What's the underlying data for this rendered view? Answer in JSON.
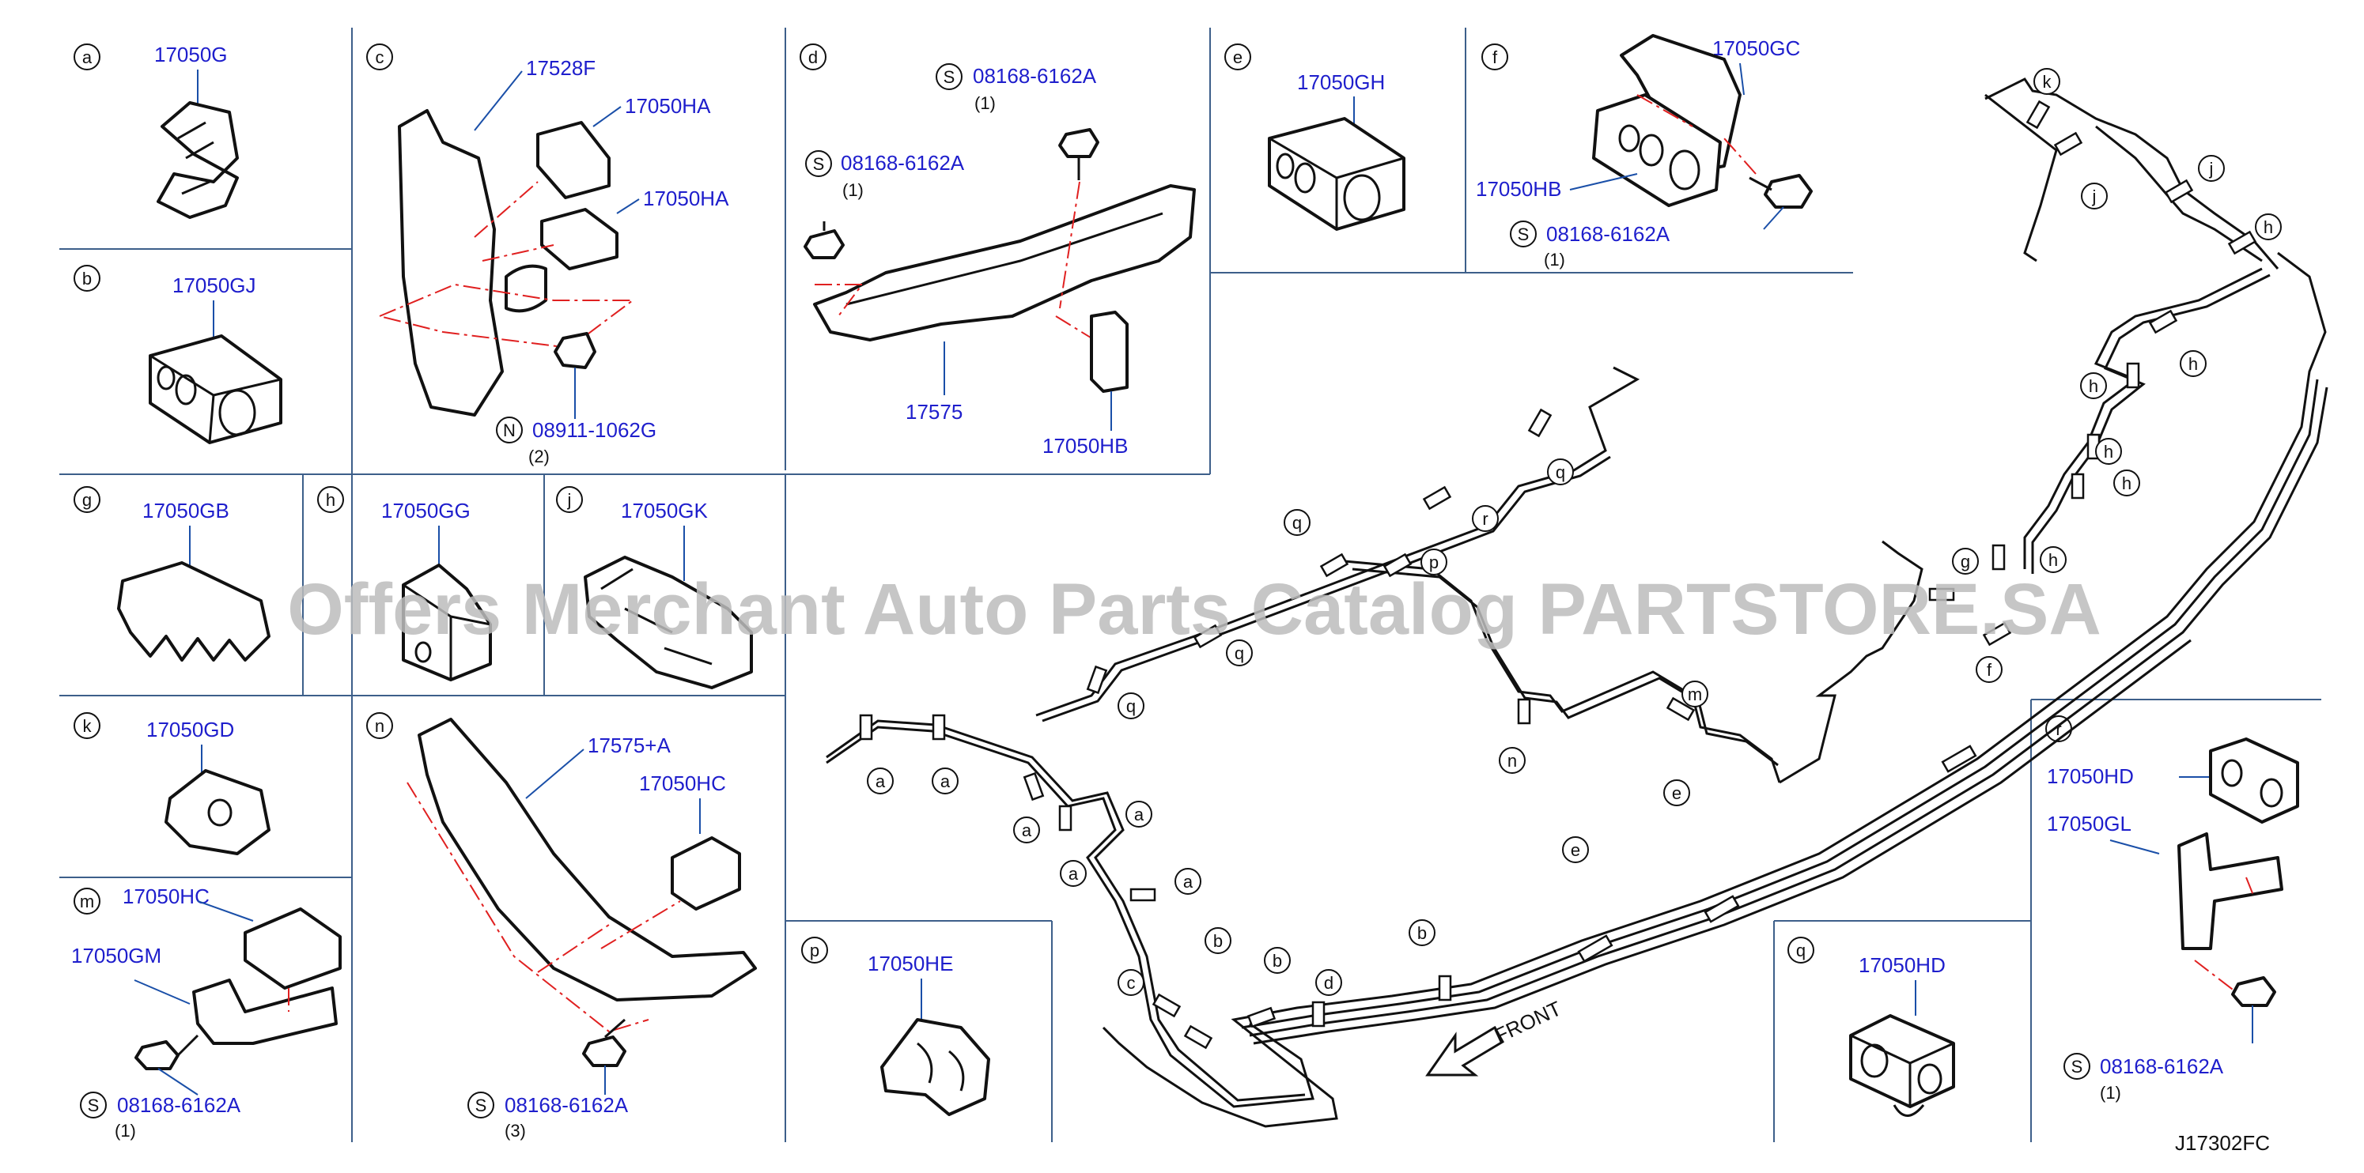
{
  "watermark": "Offers Merchant Auto Parts Catalog PARTSTORE.SA",
  "drawing_code": "J17302FC",
  "front_label": "FRONT",
  "panels": [
    {
      "letter": "a",
      "parts": [
        "17050G"
      ]
    },
    {
      "letter": "b",
      "parts": [
        "17050GJ"
      ]
    },
    {
      "letter": "c",
      "parts": [
        "17528F",
        "17050HA",
        "17050HA",
        "08911-1062G"
      ],
      "prefix": "N",
      "qty": "(2)"
    },
    {
      "letter": "d",
      "parts": [
        "08168-6162A",
        "08168-6162A",
        "17575",
        "17050HB"
      ],
      "prefix": "S",
      "qty": "(1)"
    },
    {
      "letter": "e",
      "parts": [
        "17050GH"
      ]
    },
    {
      "letter": "f",
      "parts": [
        "17050GC",
        "17050HB",
        "08168-6162A"
      ],
      "prefix": "S",
      "qty": "(1)"
    },
    {
      "letter": "g",
      "parts": [
        "17050GB"
      ]
    },
    {
      "letter": "h",
      "parts": [
        "17050GG"
      ]
    },
    {
      "letter": "j",
      "parts": [
        "17050GK"
      ]
    },
    {
      "letter": "k",
      "parts": [
        "17050GD"
      ]
    },
    {
      "letter": "m",
      "parts": [
        "17050HC",
        "17050GM",
        "08168-6162A"
      ],
      "prefix": "S",
      "qty": "(1)"
    },
    {
      "letter": "n",
      "parts": [
        "17575+A",
        "17050HC",
        "08168-6162A"
      ],
      "prefix": "S",
      "qty": "(3)"
    },
    {
      "letter": "p",
      "parts": [
        "17050HE"
      ]
    },
    {
      "letter": "q",
      "parts": [
        "17050HD"
      ]
    },
    {
      "letter": "r",
      "parts": [
        "17050HD",
        "17050GL",
        "08168-6162A"
      ],
      "prefix": "S",
      "qty": "(1)"
    }
  ],
  "clip_callouts": [
    "a",
    "a",
    "a",
    "a",
    "a",
    "a",
    "b",
    "b",
    "b",
    "c",
    "d",
    "e",
    "e",
    "f",
    "g",
    "h",
    "h",
    "h",
    "h",
    "h",
    "h",
    "j",
    "j",
    "k",
    "m",
    "n",
    "p",
    "q",
    "q",
    "q",
    "q",
    "r"
  ]
}
